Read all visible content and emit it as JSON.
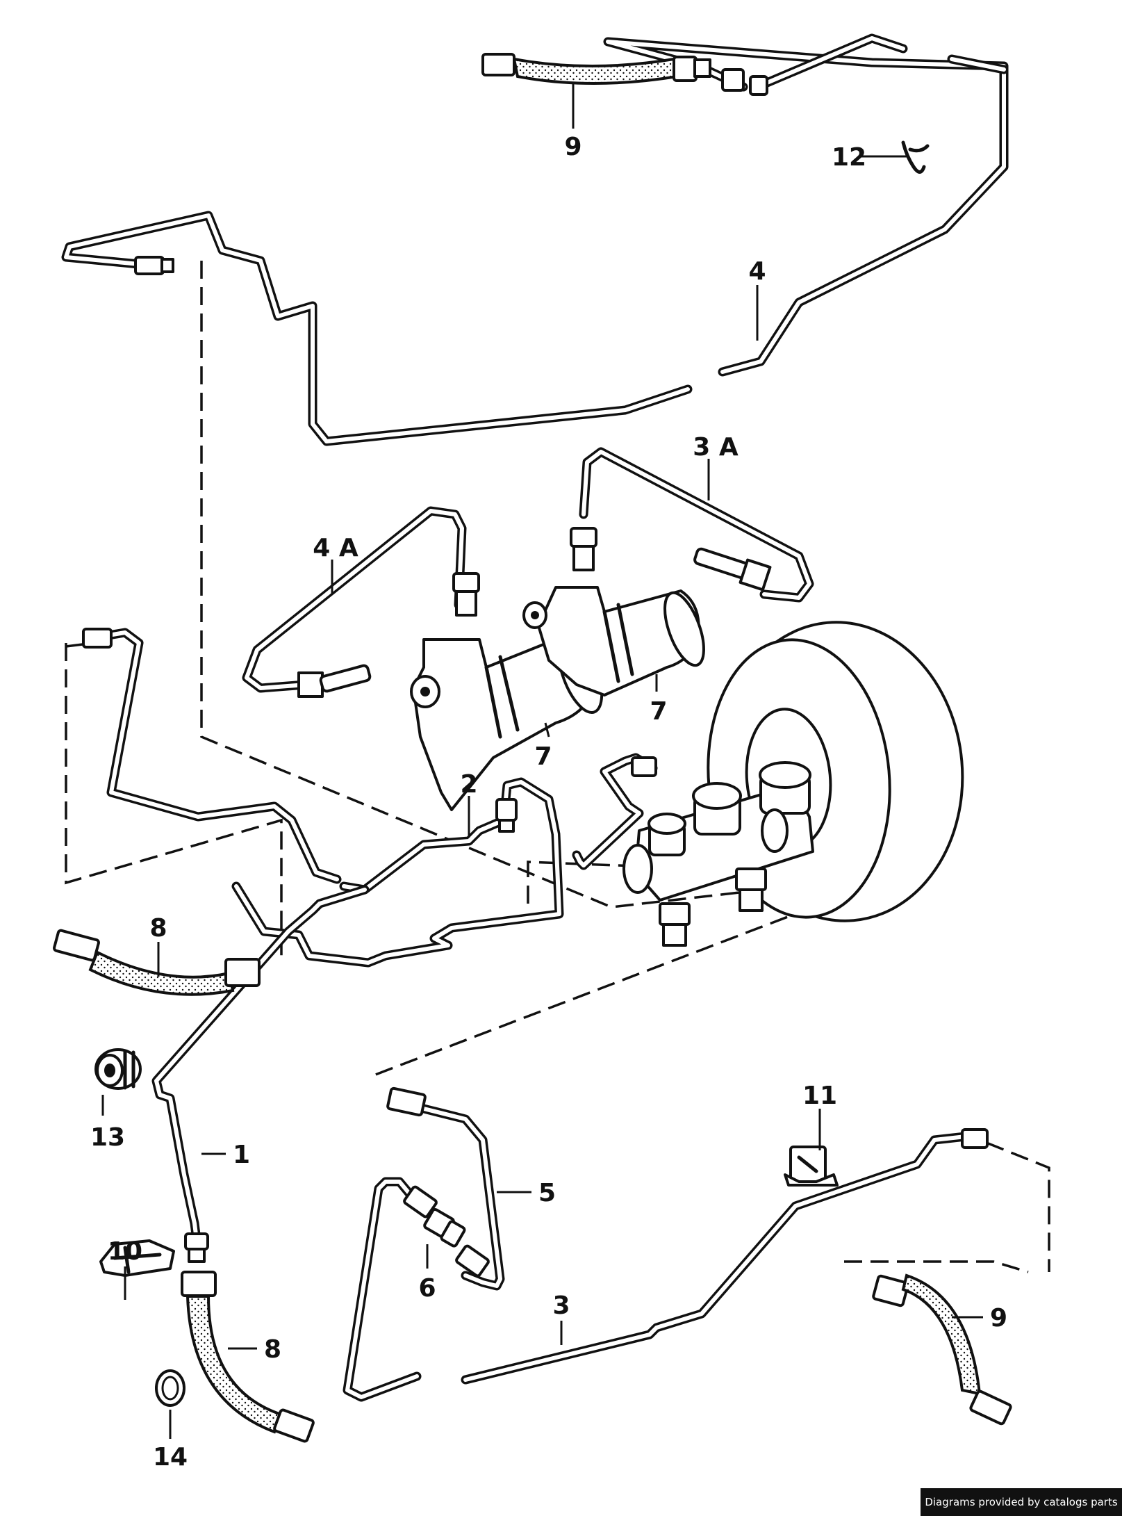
{
  "callouts": {
    "c1": "1",
    "c2": "2",
    "c3": "3",
    "c3a": "3 A",
    "c4": "4",
    "c4a": "4 A",
    "c5": "5",
    "c6": "6",
    "c7a": "7",
    "c7b": "7",
    "c8a": "8",
    "c8b": "8",
    "c9a": "9",
    "c9b": "9",
    "c10": "10",
    "c11": "11",
    "c12": "12",
    "c13": "13",
    "c14": "14"
  },
  "footer": {
    "credit": "Diagrams provided by catalogs parts"
  },
  "colors": {
    "ink": "#111111",
    "paper": "#ffffff",
    "credit_background": "#111111"
  }
}
